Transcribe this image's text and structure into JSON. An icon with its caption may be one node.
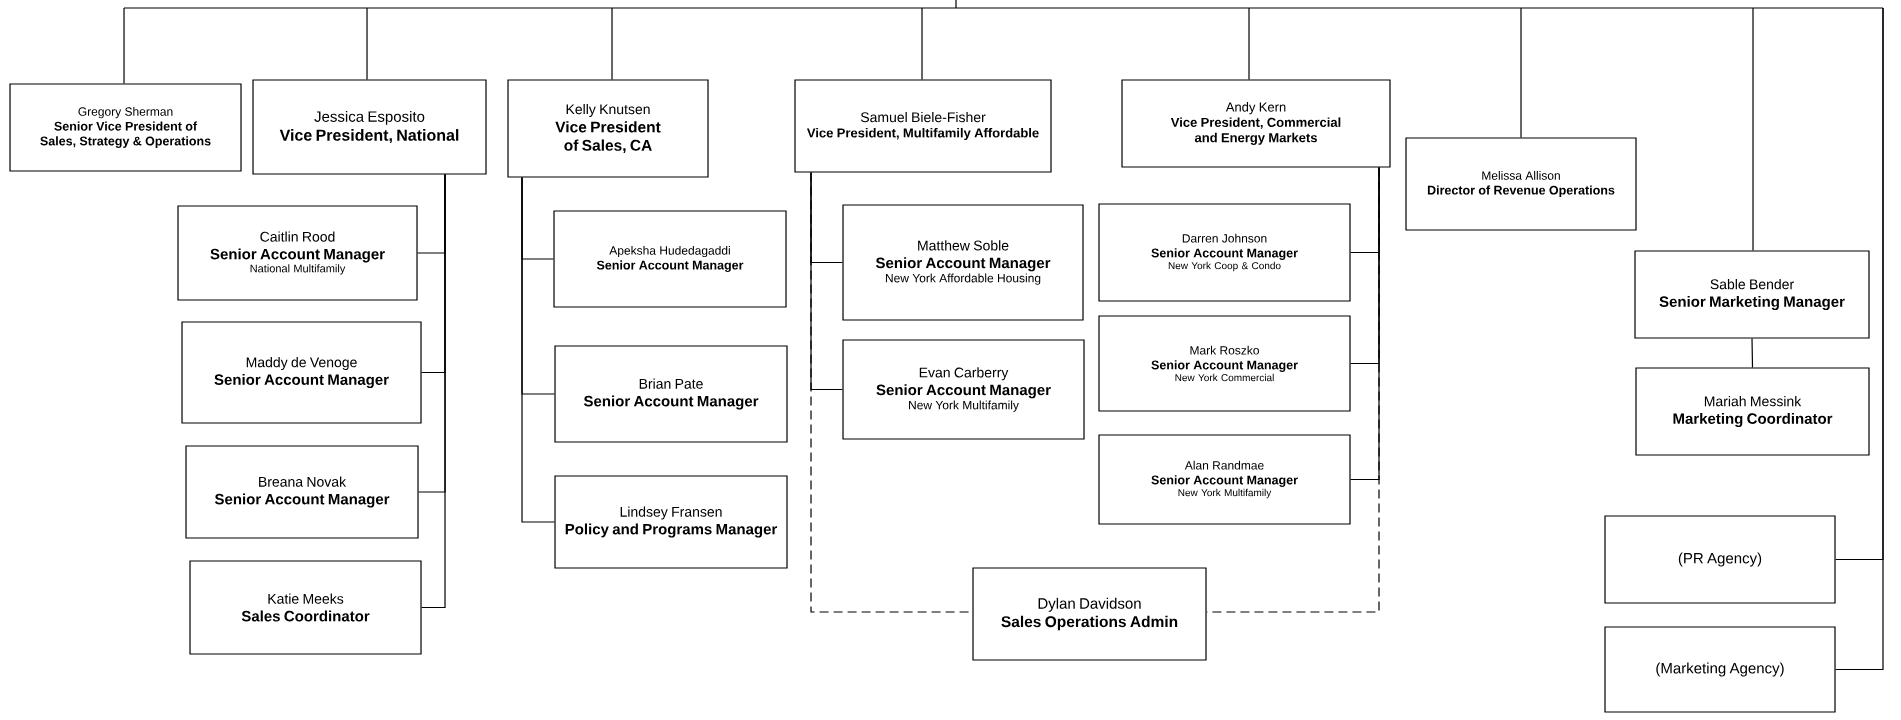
{
  "diagram": {
    "nodes": [
      {
        "text": [
          "Gregory Sherman",
          "Senior Vice President of Sales, Strategy & Operations"
        ]
      },
      {
        "text": [
          "Jessica Esposito",
          "Vice President, National"
        ]
      },
      {
        "text": [
          "Caitlin Rood",
          "Senior Account Manager",
          "National Multifamily"
        ]
      },
      {
        "text": [
          "Maddy de Venoge",
          "Senior Account Manager"
        ]
      },
      {
        "text": [
          "Breana Novak",
          "Senior Account Manager"
        ]
      },
      {
        "text": [
          "Katie Meeks",
          "Sales Coordinator"
        ]
      },
      {
        "text": [
          "Kelly Knutsen",
          "Vice President of Sales, CA"
        ]
      },
      {
        "text": [
          "Apeksha Hudedagaddi",
          "Senior Account Manager"
        ]
      },
      {
        "text": [
          "Brian Pate",
          "Senior Account Manager"
        ]
      },
      {
        "text": [
          "Lindsey Fransen",
          "Policy and Programs Manager"
        ]
      },
      {
        "text": [
          "Samuel Biele-Fisher",
          "Vice President, Multifamily Affordable"
        ]
      },
      {
        "text": [
          "Matthew Soble",
          "Senior Account Manager",
          "New York Affordable Housing"
        ]
      },
      {
        "text": [
          "Evan Carberry",
          "Senior Account Manager",
          "New York Multifamily"
        ]
      },
      {
        "text": [
          "Andy Kern",
          "Vice President, Commercial and Energy Markets"
        ]
      },
      {
        "text": [
          "Darren Johnson",
          "Senior Account Manager",
          "New York Coop & Condo"
        ]
      },
      {
        "text": [
          "Mark Roszko",
          "Senior Account Manager",
          "New York Commercial"
        ]
      },
      {
        "text": [
          "Alan Randmae",
          "Senior Account Manager",
          "New York Multifamily"
        ]
      },
      {
        "text": [
          "Dylan Davidson",
          "Sales Operations Admin"
        ]
      },
      {
        "text": [
          "Melissa Allison",
          "Director of Revenue Operations"
        ]
      },
      {
        "text": [
          "Sable Bender",
          "Senior Marketing Manager"
        ]
      },
      {
        "text": [
          "Mariah Messink",
          "Marketing Coordinator"
        ]
      },
      {
        "text": [
          "(PR Agency)"
        ]
      },
      {
        "text": [
          "(Marketing Agency)"
        ]
      }
    ],
    "edges": [
      {
        "from": null,
        "to": 0,
        "arrow": "none"
      },
      {
        "from": null,
        "to": 1,
        "arrow": "none"
      },
      {
        "from": null,
        "to": 6,
        "arrow": "none"
      },
      {
        "from": null,
        "to": 10,
        "arrow": "none"
      },
      {
        "from": null,
        "to": 13,
        "arrow": "none"
      },
      {
        "from": null,
        "to": 18,
        "arrow": "none"
      },
      {
        "from": null,
        "to": 19,
        "arrow": "none"
      },
      {
        "from": null,
        "to": 21,
        "arrow": "none"
      },
      {
        "from": null,
        "to": 22,
        "arrow": "none"
      },
      {
        "from": 1,
        "to": 2,
        "arrow": "none"
      },
      {
        "from": 1,
        "to": 3,
        "arrow": "none"
      },
      {
        "from": 1,
        "to": 4,
        "arrow": "none"
      },
      {
        "from": 1,
        "to": 5,
        "arrow": "none"
      },
      {
        "from": 6,
        "to": 7,
        "arrow": "none"
      },
      {
        "from": 6,
        "to": 8,
        "arrow": "none"
      },
      {
        "from": 6,
        "to": 9,
        "arrow": "none"
      },
      {
        "from": 10,
        "to": 11,
        "arrow": "none"
      },
      {
        "from": 10,
        "to": 12,
        "arrow": "none"
      },
      {
        "from": 13,
        "to": 14,
        "arrow": "none"
      },
      {
        "from": 13,
        "to": 15,
        "arrow": "none"
      },
      {
        "from": 13,
        "to": 16,
        "arrow": "none"
      },
      {
        "from": 10,
        "to": 17,
        "arrow": "none",
        "style": "dashed"
      },
      {
        "from": 13,
        "to": 17,
        "arrow": "none",
        "style": "dashed"
      },
      {
        "from": 19,
        "to": 20,
        "arrow": "none"
      }
    ]
  }
}
